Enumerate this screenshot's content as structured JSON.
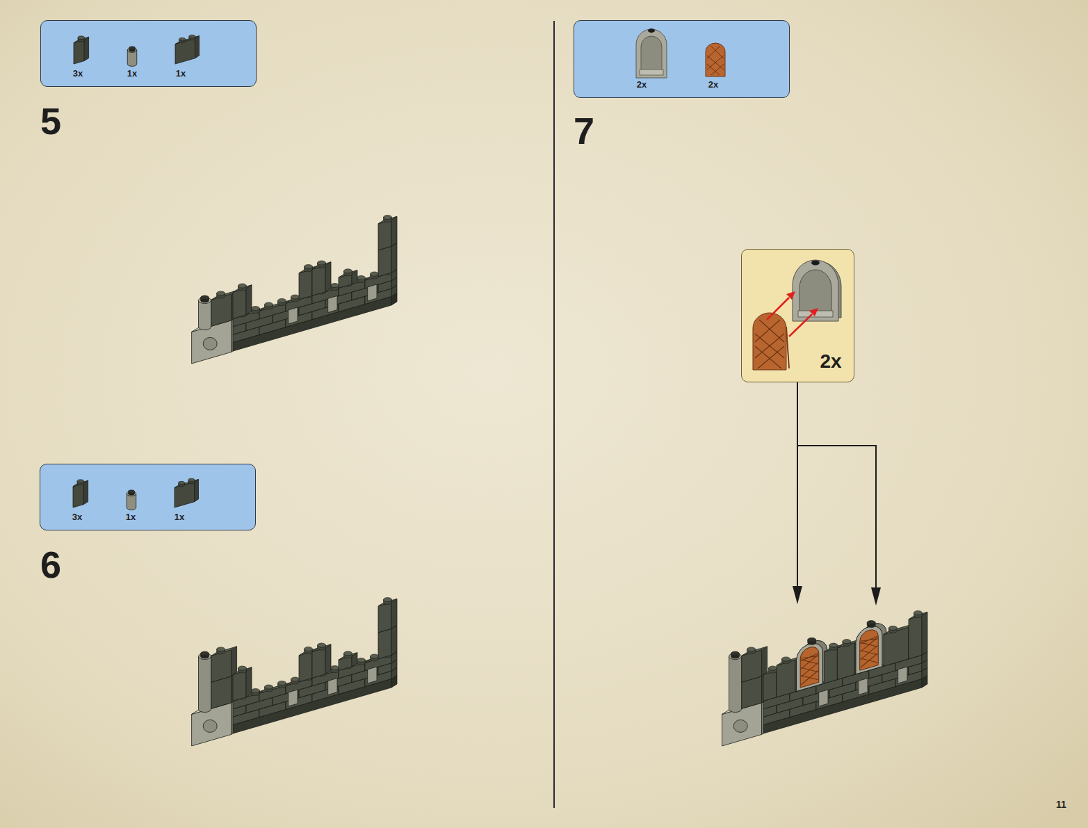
{
  "diagram": {
    "nodes": [
      {
        "text": [
          "3x",
          "1x",
          "1x"
        ]
      },
      {
        "text": [
          "3x",
          "1x",
          "1x"
        ]
      },
      {
        "text": [
          "2x",
          "2x"
        ]
      },
      {
        "text": [
          "2x"
        ]
      }
    ],
    "labels": [
      "5",
      "6",
      "7",
      "11"
    ]
  }
}
